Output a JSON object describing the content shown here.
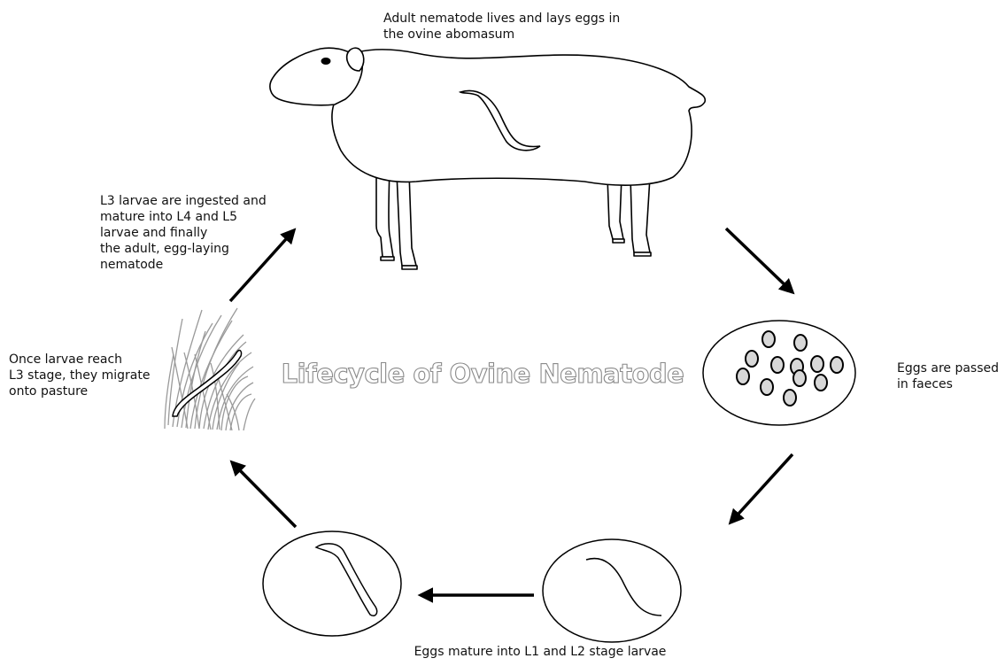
{
  "diagram": {
    "title": "Lifecycle of Ovine Nematode",
    "steps": {
      "adult": "Adult nematode lives and lays eggs in\nthe ovine abomasum",
      "eggs_passed": "Eggs are passed\nin faeces",
      "eggs_mature": "Eggs mature into L1 and L2 stage larvae",
      "pasture": "Once larvae reach\nL3 stage, they migrate\nonto pasture",
      "ingested": "L3 larvae are ingested and\nmature into L4 and L5\nlarvae and finally\nthe adult, egg-laying\nnematode"
    }
  },
  "icons": [
    "sheep-icon",
    "nematode-icon",
    "eggs-icon",
    "larva-icon",
    "grass-icon",
    "arrow-icon"
  ]
}
